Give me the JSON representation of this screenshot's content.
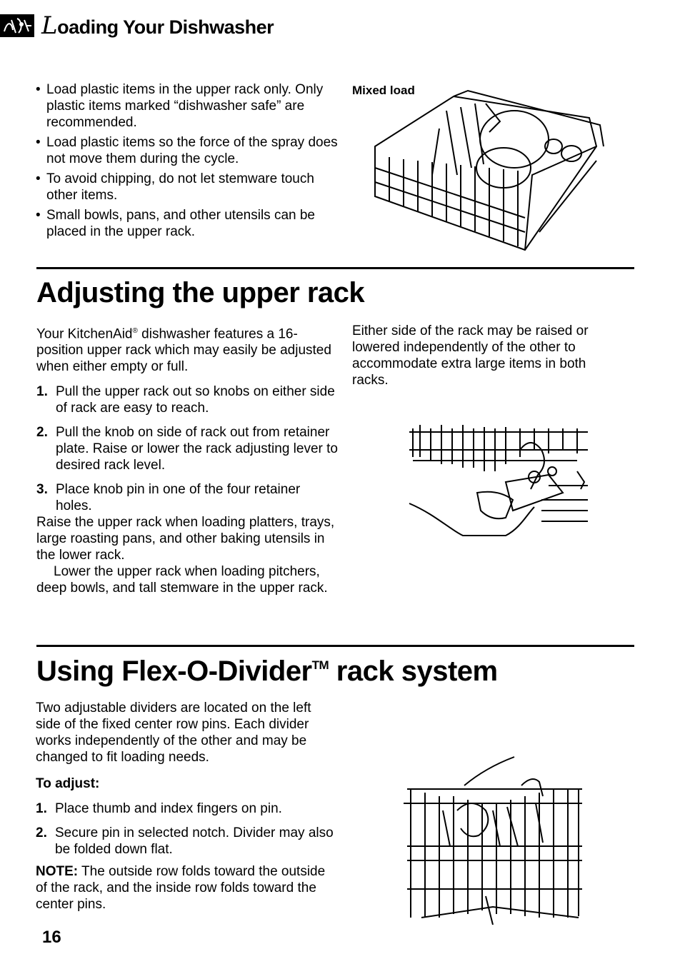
{
  "header": {
    "title_initial": "L",
    "title_rest": "oading Your Dishwasher"
  },
  "loading": {
    "bullets": [
      "Load plastic items in the upper rack only. Only plastic items marked “dishwasher safe” are recommended.",
      "Load plastic items so the force of the spray does not move them during the cycle.",
      "To avoid chipping, do not let stemware touch other items.",
      "Small bowls, pans, and other utensils can be placed in the upper rack."
    ],
    "figure_label": "Mixed load"
  },
  "adjusting": {
    "heading": "Adjusting the upper rack",
    "intro_prefix": "Your KitchenAid",
    "intro_reg": "®",
    "intro_suffix": " dishwasher features a 16-position upper rack which may easily be adjusted when either empty or full.",
    "steps": [
      {
        "num": "1.",
        "text": "Pull the upper rack out so knobs on either side of rack are easy to reach."
      },
      {
        "num": "2.",
        "text": "Pull the knob on side of rack out from retainer plate. Raise or lower the rack adjusting lever to desired rack level."
      },
      {
        "num": "3.",
        "text": "Place knob pin in one of the four retainer holes."
      }
    ],
    "raise_text": "Raise the upper rack when loading platters, trays, large roasting pans, and other baking utensils in the lower rack.",
    "lower_text": "Lower the upper rack when loading pitchers, deep bowls, and tall stemware in the upper rack.",
    "right_text": "Either side of the rack may be raised or lowered independently of the other to accommodate extra large items in both racks."
  },
  "flex": {
    "heading_main": "Using Flex-O-Divider",
    "heading_tm": "TM",
    "heading_end": " rack system",
    "intro": "Two adjustable dividers are located on the left side of the fixed center row pins. Each divider works independently of the other and may be changed to fit loading needs.",
    "to_adjust": "To adjust:",
    "steps": [
      {
        "num": "1.",
        "text": "Place thumb and index fingers on pin."
      },
      {
        "num": "2.",
        "text": "Secure pin in selected notch. Divider may also be folded down flat."
      }
    ],
    "note_label": "NOTE:",
    "note_text": " The outside row folds toward the outside of the rack, and the inside row folds toward the center pins."
  },
  "footer": {
    "page_number": "16"
  }
}
